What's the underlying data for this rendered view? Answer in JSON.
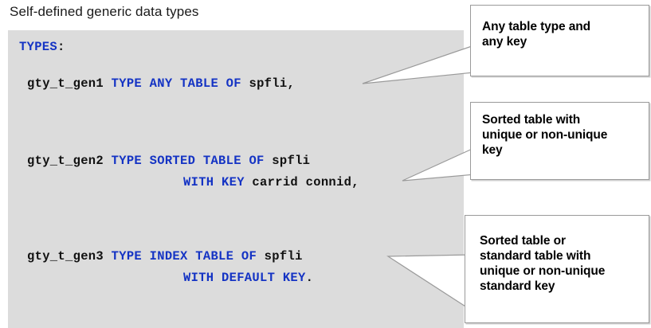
{
  "slide": {
    "title": "Self-defined generic data types",
    "background_color": "#ffffff",
    "panel_color": "#dcdcdc",
    "keyword_color": "#1433c4",
    "text_color": "#111111"
  },
  "code": {
    "declaration_keyword": "TYPES",
    "declaration_punctuation": ":",
    "lines": [
      {
        "id": "gen1",
        "name": "gty_t_gen1",
        "keywords": "TYPE ANY TABLE OF",
        "type_ref": "spfli,"
      },
      {
        "id": "gen2",
        "name": "gty_t_gen2",
        "keywords": "TYPE SORTED TABLE OF",
        "type_ref": "spfli",
        "cont_keywords": "WITH KEY",
        "cont_value": "carrid connid,"
      },
      {
        "id": "gen3",
        "name": "gty_t_gen3",
        "keywords": "TYPE INDEX TABLE OF",
        "type_ref": "spfli",
        "cont_keywords": "WITH DEFAULT KEY",
        "cont_value": "."
      }
    ]
  },
  "callouts": [
    {
      "id": "callout-1",
      "text": "Any table type and\nany key"
    },
    {
      "id": "callout-2",
      "text": "Sorted table with\nunique or non-unique\nkey"
    },
    {
      "id": "callout-3",
      "text": "Sorted table or\nstandard table with\nunique or non-unique\nstandard key"
    }
  ]
}
